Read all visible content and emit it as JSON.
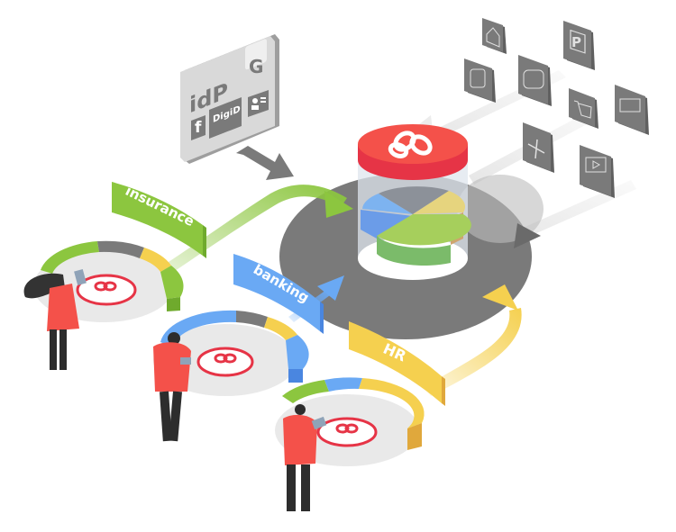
{
  "idp_panel": {
    "title": "idP",
    "providers": [
      {
        "name": "Google",
        "glyph": "G",
        "icon": "google-icon"
      },
      {
        "name": "Facebook",
        "glyph": "f",
        "icon": "facebook-icon"
      },
      {
        "name": "DigiD",
        "glyph": "DigiD",
        "icon": "digid-icon"
      },
      {
        "name": "ID card",
        "glyph": "",
        "icon": "id-card-icon"
      }
    ]
  },
  "hub": {
    "logo": "chain-link-icon",
    "colors": {
      "top": "#f4514a",
      "side": "#e63446",
      "platform": "#7a7a7a"
    },
    "segments": [
      {
        "color": "#7db3f0",
        "side": "#6b9ce8"
      },
      {
        "color": "#8c9199",
        "side": "#7a7f87"
      },
      {
        "color": "#e6d47e",
        "side": "#cfa46e"
      },
      {
        "color": "#8fc45a",
        "side": "#7bbb6a"
      }
    ]
  },
  "service_icons": [
    {
      "name": "house-icon"
    },
    {
      "name": "parking-icon",
      "glyph": "P"
    },
    {
      "name": "train-icon"
    },
    {
      "name": "car-icon"
    },
    {
      "name": "shopping-cart-icon"
    },
    {
      "name": "credit-card-icon"
    },
    {
      "name": "airplane-icon"
    },
    {
      "name": "cinema-icon"
    }
  ],
  "sectors": [
    {
      "label": "insurance",
      "color": "#8cc63f",
      "dark": "#6faa2d",
      "ring_segments": [
        "#8cc63f",
        "#8cc63f",
        "#7a7a7a",
        "#f5d04f",
        "#8cc63f"
      ],
      "ring_icons": [
        "safe-icon",
        "money-icon",
        "bus-icon",
        "person-icon",
        "chain-icon"
      ]
    },
    {
      "label": "banking",
      "color": "#6aa9f4",
      "dark": "#4a86e0",
      "ring_segments": [
        "#6aa9f4",
        "#6aa9f4",
        "#7a7a7a",
        "#f5d04f",
        "#6aa9f4"
      ],
      "ring_icons": [
        "safe-icon",
        "money-icon",
        "bus-icon",
        "person-icon",
        "chain-icon"
      ]
    },
    {
      "label": "HR",
      "color": "#f5d04f",
      "dark": "#e0a83c",
      "ring_segments": [
        "#8cc63f",
        "#6aa9f4",
        "#f5d04f",
        "#f5d04f",
        "#f5d04f"
      ],
      "ring_icons": [
        "safe-icon",
        "money-icon",
        "bus-icon",
        "person-icon",
        "chain-icon"
      ]
    }
  ],
  "people": [
    {
      "name": "woman-with-tablet",
      "shirt": "#f4514a"
    },
    {
      "name": "bearded-man-with-tablet",
      "shirt": "#f4514a"
    },
    {
      "name": "man-with-tablet",
      "shirt": "#f4514a"
    }
  ]
}
